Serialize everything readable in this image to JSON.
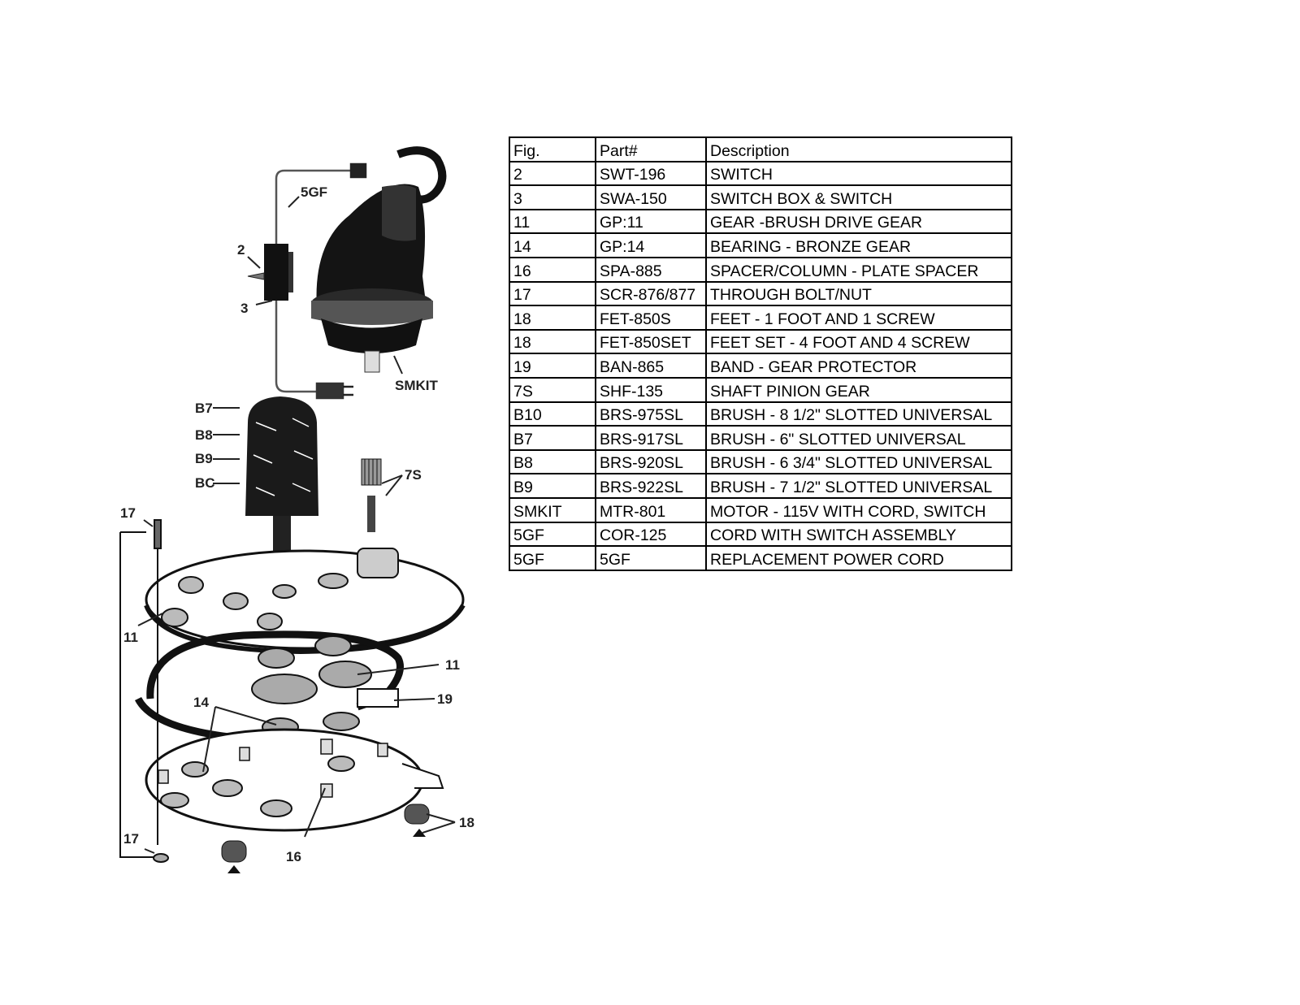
{
  "diagram": {
    "callouts": {
      "c_5gf": "5GF",
      "c_2": "2",
      "c_3": "3",
      "c_smkit": "SMKIT",
      "c_b7": "B7",
      "c_b8": "B8",
      "c_b9": "B9",
      "c_bc": "BC",
      "c_7s": "7S",
      "c_17_top": "17",
      "c_11_left": "11",
      "c_11_right": "11",
      "c_19": "19",
      "c_14": "14",
      "c_17_bottom": "17",
      "c_16": "16",
      "c_18": "18"
    }
  },
  "table": {
    "headers": [
      "Fig.",
      "Part#",
      "Description"
    ],
    "rows": [
      [
        "2",
        "SWT-196",
        "SWITCH"
      ],
      [
        "3",
        "SWA-150",
        "SWITCH BOX & SWITCH"
      ],
      [
        "11",
        "GP:11",
        "GEAR -BRUSH DRIVE GEAR"
      ],
      [
        "14",
        "GP:14",
        "BEARING - BRONZE GEAR"
      ],
      [
        "16",
        "SPA-885",
        "SPACER/COLUMN - PLATE SPACER"
      ],
      [
        "17",
        "SCR-876/877",
        "THROUGH BOLT/NUT"
      ],
      [
        "18",
        "FET-850S",
        "FEET - 1 FOOT AND 1 SCREW"
      ],
      [
        "18",
        "FET-850SET",
        "FEET SET - 4 FOOT AND 4 SCREW"
      ],
      [
        "19",
        "BAN-865",
        "BAND - GEAR PROTECTOR"
      ],
      [
        "7S",
        "SHF-135",
        "SHAFT PINION GEAR"
      ],
      [
        "B10",
        "BRS-975SL",
        "BRUSH - 8 1/2\" SLOTTED UNIVERSAL"
      ],
      [
        "B7",
        "BRS-917SL",
        "BRUSH - 6\" SLOTTED UNIVERSAL"
      ],
      [
        "B8",
        "BRS-920SL",
        "BRUSH - 6 3/4\" SLOTTED UNIVERSAL"
      ],
      [
        "B9",
        "BRS-922SL",
        "BRUSH - 7 1/2\" SLOTTED UNIVERSAL"
      ],
      [
        "SMKIT",
        "MTR-801",
        "MOTOR - 115V WITH CORD, SWITCH"
      ],
      [
        "5GF",
        "COR-125",
        "CORD WITH SWITCH ASSEMBLY"
      ],
      [
        "5GF",
        "5GF",
        "REPLACEMENT POWER CORD"
      ]
    ]
  }
}
